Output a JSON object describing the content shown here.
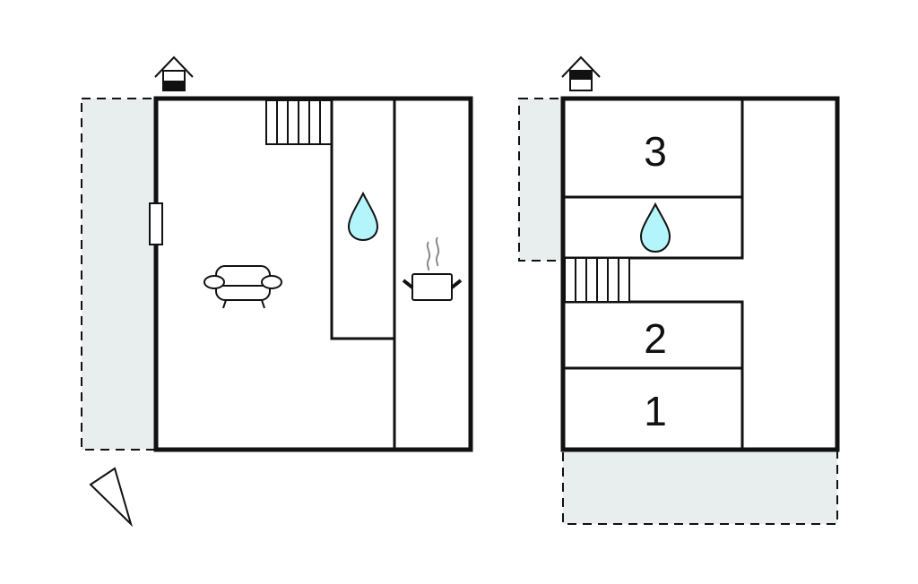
{
  "plans": {
    "ground_floor": {
      "label": "ground-floor"
    },
    "upper_floor": {
      "rooms": [
        {
          "number": "3"
        },
        {
          "number": "2"
        },
        {
          "number": "1"
        }
      ]
    }
  },
  "colors": {
    "terrace": "#e8eeee",
    "water": "#b3f5fa",
    "wall": "#111111",
    "steam": "#8a8a8a"
  },
  "icons": [
    "floor-indicator-icon",
    "water-drop-icon",
    "sofa-icon",
    "cooking-pot-icon",
    "stairs-icon",
    "window-icon",
    "north-arrow-icon"
  ]
}
